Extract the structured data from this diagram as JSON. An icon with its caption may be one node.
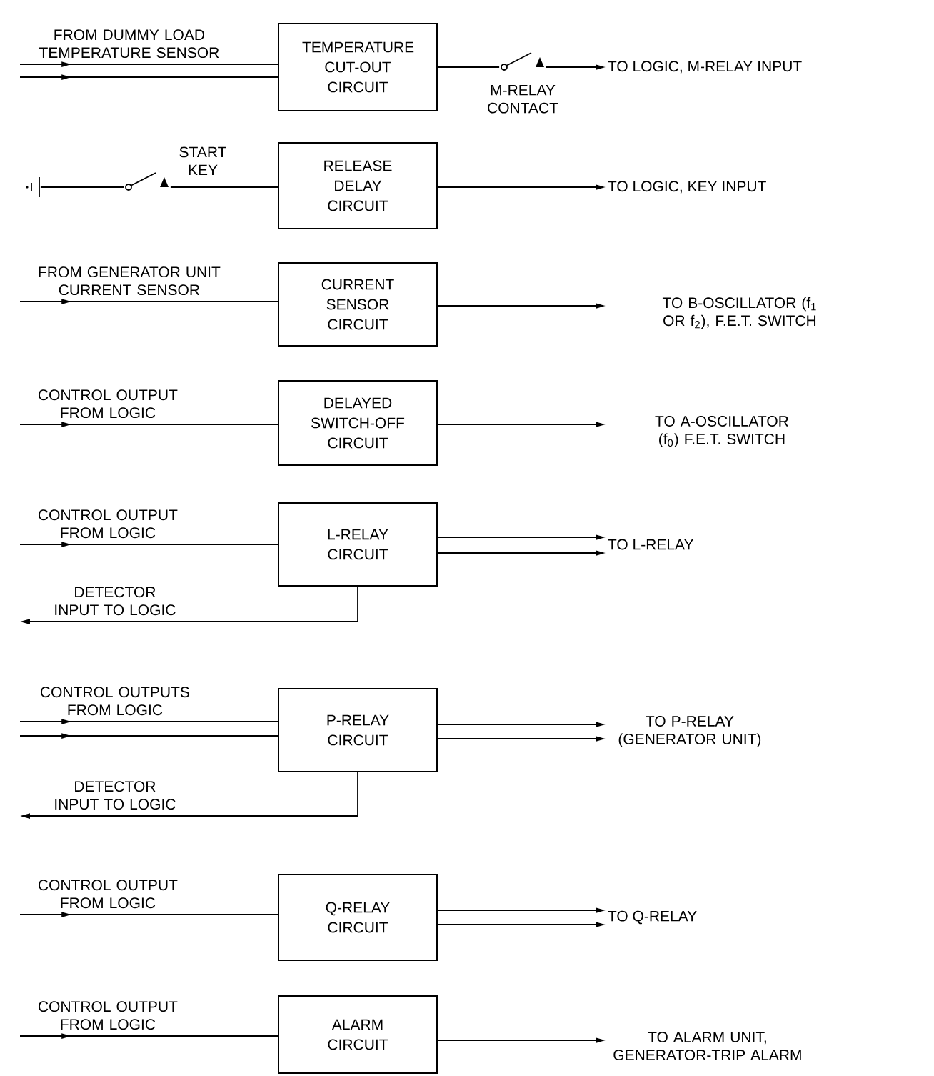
{
  "diagram": {
    "nodes": [
      {
        "text": [
          "FROM DUMMY LOAD TEMPERATURE SENSOR"
        ]
      },
      {
        "text": [
          "TEMPERATURE CUT-OUT CIRCUIT"
        ]
      },
      {
        "text": [],
        "shape": "picture",
        "beside": [
          "M-RELAY CONTACT"
        ]
      },
      {
        "text": [
          "TO LOGIC, M-RELAY INPUT"
        ]
      },
      {
        "text": [],
        "shape": "picture"
      },
      {
        "text": [],
        "shape": "picture",
        "beside": [
          "START KEY"
        ]
      },
      {
        "text": [
          "RELEASE DELAY CIRCUIT"
        ]
      },
      {
        "text": [
          "TO LOGIC, KEY INPUT"
        ]
      },
      {
        "text": [
          "FROM GENERATOR UNIT CURRENT SENSOR"
        ]
      },
      {
        "text": [
          "CURRENT SENSOR CIRCUIT"
        ]
      },
      {
        "text": [
          "TO B-OSCILLATOR (f$_{1}$ OR f$_{2}$), F.E.T. SWITCH"
        ]
      },
      {
        "text": [
          "CONTROL OUTPUT FROM LOGIC"
        ]
      },
      {
        "text": [
          "DELAYED SWITCH-OFF CIRCUIT"
        ]
      },
      {
        "text": [
          "TO A-OSCILLATOR (f$_{0}$) F.E.T. SWITCH"
        ]
      },
      {
        "text": [
          "CONTROL OUTPUT FROM LOGIC"
        ]
      },
      {
        "text": [
          "L-RELAY CIRCUIT"
        ]
      },
      {
        "text": [
          "TO L-RELAY"
        ]
      },
      {
        "text": [
          "DETECTOR INPUT TO LOGIC"
        ]
      },
      {
        "text": [
          "CONTROL OUTPUTS FROM LOGIC"
        ]
      },
      {
        "text": [
          "P-RELAY CIRCUIT"
        ]
      },
      {
        "text": [
          "TO P-RELAY (GENERATOR UNIT)"
        ]
      },
      {
        "text": [
          "DETECTOR INPUT TO LOGIC"
        ]
      },
      {
        "text": [
          "CONTROL OUTPUT FROM LOGIC"
        ]
      },
      {
        "text": [
          "Q-RELAY CIRCUIT"
        ]
      },
      {
        "text": [
          "TO Q-RELAY"
        ]
      },
      {
        "text": [
          "CONTROL OUTPUT FROM LOGIC"
        ]
      },
      {
        "text": [
          "ALARM CIRCUIT"
        ]
      },
      {
        "text": [
          "TO ALARM UNIT, GENERATOR-TRIP ALARM"
        ]
      }
    ],
    "edges": [
      {
        "from": 0,
        "to": 1,
        "arrow": "to"
      },
      {
        "from": 0,
        "to": 1,
        "arrow": "to"
      },
      {
        "from": 1,
        "to": 2,
        "arrow": "none"
      },
      {
        "from": 2,
        "to": 3,
        "arrow": "to"
      },
      {
        "from": 4,
        "to": 5,
        "arrow": "none"
      },
      {
        "from": 5,
        "to": 6,
        "arrow": "none"
      },
      {
        "from": 6,
        "to": 7,
        "arrow": "to"
      },
      {
        "from": 8,
        "to": 9,
        "arrow": "to"
      },
      {
        "from": 9,
        "to": 10,
        "arrow": "to"
      },
      {
        "from": 11,
        "to": 12,
        "arrow": "to"
      },
      {
        "from": 12,
        "to": 13,
        "arrow": "to"
      },
      {
        "from": 14,
        "to": 15,
        "arrow": "to"
      },
      {
        "from": 15,
        "to": 16,
        "arrow": "to"
      },
      {
        "from": 15,
        "to": 16,
        "arrow": "to"
      },
      {
        "from": 15,
        "to": 17,
        "arrow": "to"
      },
      {
        "from": 18,
        "to": 19,
        "arrow": "to"
      },
      {
        "from": 18,
        "to": 19,
        "arrow": "to"
      },
      {
        "from": 19,
        "to": 20,
        "arrow": "to"
      },
      {
        "from": 19,
        "to": 20,
        "arrow": "to"
      },
      {
        "from": 19,
        "to": 21,
        "arrow": "to"
      },
      {
        "from": 22,
        "to": 23,
        "arrow": "to"
      },
      {
        "from": 23,
        "to": 24,
        "arrow": "to"
      },
      {
        "from": 23,
        "to": 24,
        "arrow": "to"
      },
      {
        "from": 25,
        "to": 26,
        "arrow": "to"
      },
      {
        "from": 26,
        "to": 27,
        "arrow": "to"
      }
    ]
  }
}
